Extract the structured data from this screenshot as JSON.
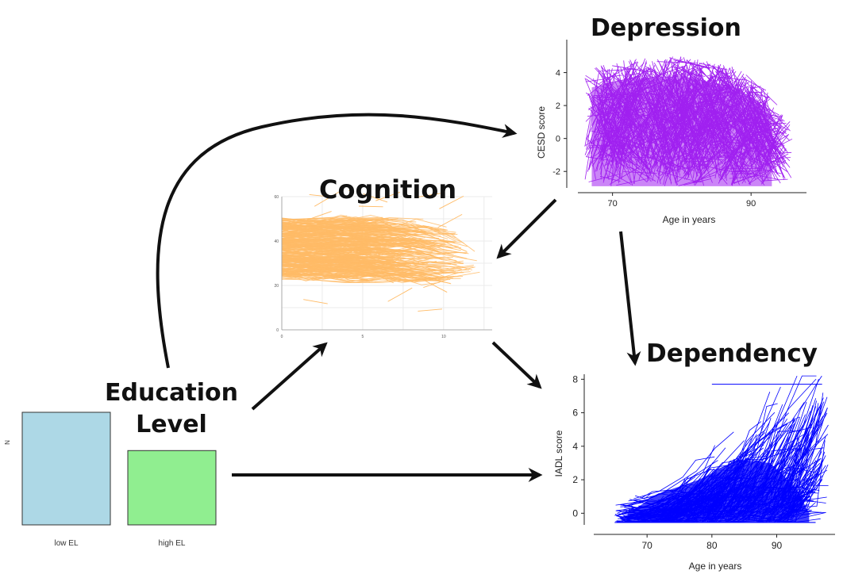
{
  "diagram": {
    "nodes": {
      "education": {
        "title_line1": "Education",
        "title_line2": "Level"
      },
      "cognition": {
        "title": "Cognition"
      },
      "depression": {
        "title": "Depression"
      },
      "dependency": {
        "title": "Dependency"
      }
    },
    "edges": [
      {
        "from": "education",
        "to": "depression"
      },
      {
        "from": "education",
        "to": "cognition"
      },
      {
        "from": "education",
        "to": "dependency"
      },
      {
        "from": "depression",
        "to": "cognition"
      },
      {
        "from": "depression",
        "to": "dependency"
      },
      {
        "from": "cognition",
        "to": "dependency"
      }
    ],
    "arrow_color": "#111111"
  },
  "chart_data": [
    {
      "id": "education_bar",
      "type": "bar",
      "categories": [
        "low EL",
        "high EL"
      ],
      "values": [
        1,
        0.66
      ],
      "ylabel": "N",
      "ylim": [
        0,
        1
      ],
      "colors": [
        "#add8e6",
        "#90ee90"
      ],
      "grid": false
    },
    {
      "id": "cognition_line",
      "type": "line",
      "title": "Cognition",
      "x_ticks": [
        "0",
        "5",
        "10"
      ],
      "y_ticks": [
        "0",
        "20",
        "40",
        "60"
      ],
      "xlim": [
        0,
        13
      ],
      "ylim": [
        0,
        60
      ],
      "band_upper": [
        [
          0,
          49
        ],
        [
          4,
          50
        ],
        [
          8,
          49
        ],
        [
          10.5,
          46
        ],
        [
          12.3,
          36
        ]
      ],
      "band_lower": [
        [
          0,
          24
        ],
        [
          4,
          23
        ],
        [
          8,
          22
        ],
        [
          10.5,
          21
        ],
        [
          12.3,
          26
        ]
      ],
      "color": "#ffbb66",
      "grid": true
    },
    {
      "id": "depression_line",
      "type": "line",
      "title": "Depression",
      "xlabel": "Age in years",
      "ylabel": "CESD score",
      "x_ticks": [
        "70",
        "90"
      ],
      "y_ticks": [
        "-2",
        "0",
        "2",
        "4"
      ],
      "xlim": [
        65,
        98
      ],
      "ylim": [
        -3,
        6
      ],
      "band_upper": [
        [
          66,
          4.2
        ],
        [
          72,
          4.8
        ],
        [
          80,
          5
        ],
        [
          88,
          4.3
        ],
        [
          92,
          3
        ],
        [
          96,
          1
        ]
      ],
      "band_lower": [
        [
          66,
          -2.9
        ],
        [
          96,
          -2.9
        ]
      ],
      "color": "#a020f0",
      "grid": false
    },
    {
      "id": "dependency_line",
      "type": "line",
      "title": "Dependency",
      "xlabel": "Age in years",
      "ylabel": "IADL score",
      "x_ticks": [
        "70",
        "80",
        "90"
      ],
      "y_ticks": [
        "0",
        "2",
        "4",
        "6",
        "8"
      ],
      "xlim": [
        63,
        99
      ],
      "ylim": [
        -0.6,
        8.3
      ],
      "color": "#0000ff",
      "grid": false
    }
  ]
}
